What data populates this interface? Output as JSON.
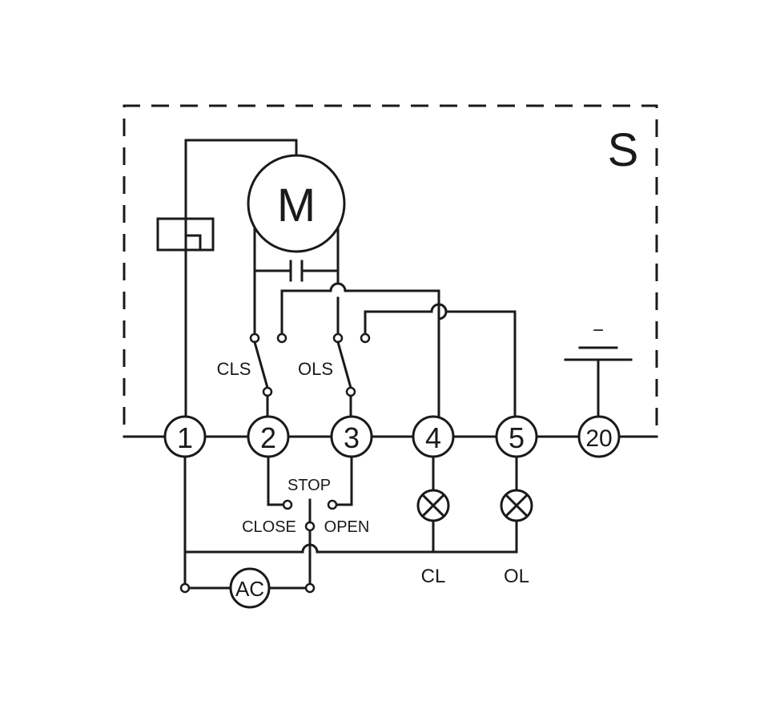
{
  "enclosure_label": "S",
  "motor_label": "M",
  "switches": {
    "close_limit": "CLS",
    "open_limit": "OLS"
  },
  "terminals": [
    "1",
    "2",
    "3",
    "4",
    "5",
    "20"
  ],
  "selector": {
    "stop": "STOP",
    "close": "CLOSE",
    "open": "OPEN"
  },
  "supply_label": "AC",
  "battery_minus": "−",
  "lamps": {
    "closed": "CL",
    "opened": "OL"
  }
}
